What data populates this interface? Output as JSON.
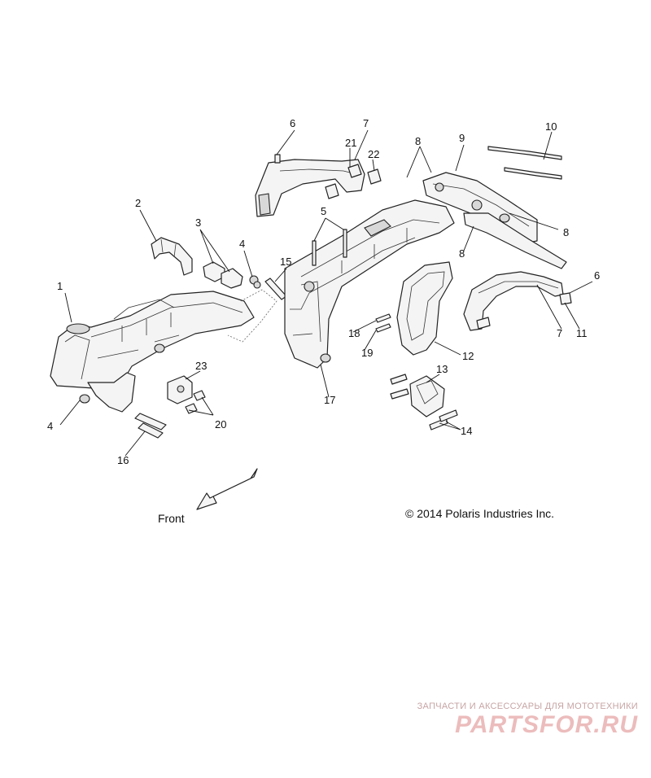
{
  "callouts": [
    {
      "id": "c1",
      "text": "1"
    },
    {
      "id": "c2",
      "text": "2"
    },
    {
      "id": "c3",
      "text": "3"
    },
    {
      "id": "c4a",
      "text": "4"
    },
    {
      "id": "c4b",
      "text": "4"
    },
    {
      "id": "c5",
      "text": "5"
    },
    {
      "id": "c6a",
      "text": "6"
    },
    {
      "id": "c6b",
      "text": "6"
    },
    {
      "id": "c7a",
      "text": "7"
    },
    {
      "id": "c7b",
      "text": "7"
    },
    {
      "id": "c8a",
      "text": "8"
    },
    {
      "id": "c8b",
      "text": "8"
    },
    {
      "id": "c8c",
      "text": "8"
    },
    {
      "id": "c9",
      "text": "9"
    },
    {
      "id": "c10",
      "text": "10"
    },
    {
      "id": "c11",
      "text": "11"
    },
    {
      "id": "c12",
      "text": "12"
    },
    {
      "id": "c13",
      "text": "13"
    },
    {
      "id": "c14",
      "text": "14"
    },
    {
      "id": "c15",
      "text": "15"
    },
    {
      "id": "c16",
      "text": "16"
    },
    {
      "id": "c17",
      "text": "17"
    },
    {
      "id": "c18",
      "text": "18"
    },
    {
      "id": "c19",
      "text": "19"
    },
    {
      "id": "c20",
      "text": "20"
    },
    {
      "id": "c21",
      "text": "21"
    },
    {
      "id": "c22",
      "text": "22"
    },
    {
      "id": "c23",
      "text": "23"
    }
  ],
  "direction_label": "Front",
  "copyright": "© 2014 Polaris Industries Inc.",
  "watermark": {
    "tagline": "ЗАПЧАСТИ И АКСЕССУАРЫ ДЛЯ МОТОТЕХНИКИ",
    "logo": "PARTSFOR.RU"
  }
}
